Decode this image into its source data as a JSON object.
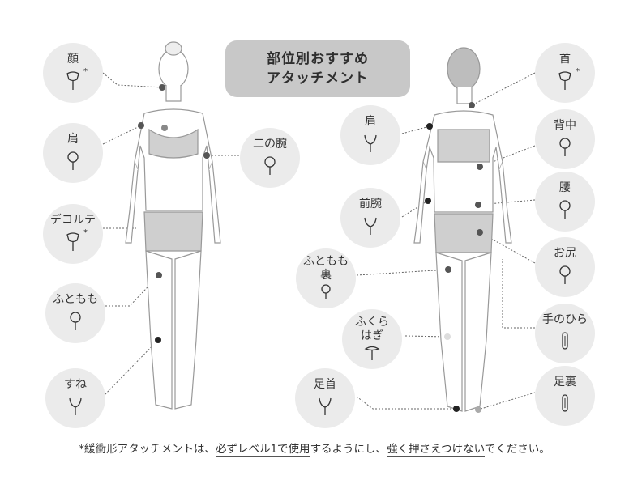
{
  "title": {
    "line1": "部位別おすすめ",
    "line2": "アタッチメント"
  },
  "front_labels": {
    "face": "顔",
    "shoulder": "肩",
    "decollete": "デコルテ",
    "thigh": "ふともも",
    "shin": "すね",
    "upper_arm": "二の腕"
  },
  "back_labels": {
    "shoulder": "肩",
    "forearm": "前腕",
    "thigh_back_1": "ふともも",
    "thigh_back_2": "裏",
    "calf_1": "ふくら",
    "calf_2": "はぎ",
    "foot": "足首",
    "neck": "首",
    "back": "背中",
    "waist": "腰",
    "hip": "お尻",
    "palm": "手のひら",
    "sole": "足裏"
  },
  "asterisk": "*",
  "footnote": {
    "p1": "*緩衝形アタッチメントは、",
    "u1": "必ずレベル1で使用",
    "p2": "するようにし、",
    "u2": "強く押さえつけない",
    "p3": "でください。"
  },
  "colors": {
    "circle_bg": "#ebebeb",
    "title_bg": "#c8c8c8",
    "dot": "#555555",
    "line": "#666666"
  }
}
